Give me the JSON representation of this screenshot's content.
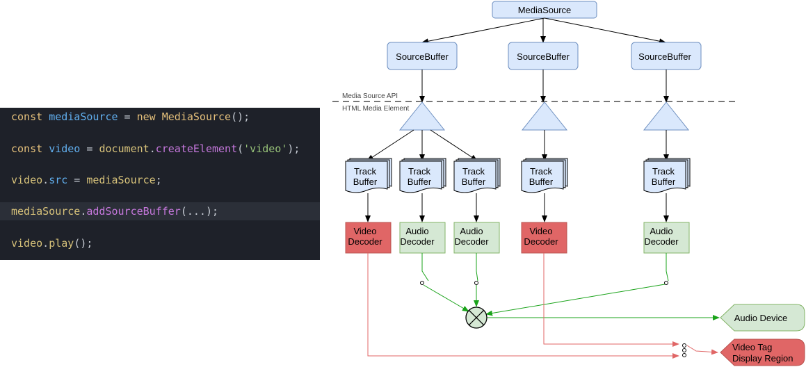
{
  "code": {
    "lines": [
      [
        {
          "t": "const ",
          "c": "kw"
        },
        {
          "t": "mediaSource",
          "c": "var"
        },
        {
          "t": " = ",
          "c": "op"
        },
        {
          "t": "new ",
          "c": "kw"
        },
        {
          "t": "MediaSource",
          "c": "cls"
        },
        {
          "t": "();",
          "c": "op"
        }
      ],
      [
        {
          "t": "const ",
          "c": "kw"
        },
        {
          "t": "video",
          "c": "var"
        },
        {
          "t": " = ",
          "c": "op"
        },
        {
          "t": "document",
          "c": "def"
        },
        {
          "t": ".",
          "c": "op"
        },
        {
          "t": "createElement",
          "c": "meth"
        },
        {
          "t": "(",
          "c": "op"
        },
        {
          "t": "'video'",
          "c": "str"
        },
        {
          "t": ");",
          "c": "op"
        }
      ],
      [
        {
          "t": "video",
          "c": "def"
        },
        {
          "t": ".",
          "c": "op"
        },
        {
          "t": "src",
          "c": "var"
        },
        {
          "t": " = ",
          "c": "op"
        },
        {
          "t": "mediaSource",
          "c": "def"
        },
        {
          "t": ";",
          "c": "op"
        }
      ],
      [
        {
          "t": "mediaSource",
          "c": "def"
        },
        {
          "t": ".",
          "c": "op"
        },
        {
          "t": "addSourceBuffer",
          "c": "meth"
        },
        {
          "t": "(...);",
          "c": "op"
        }
      ],
      [
        {
          "t": "video",
          "c": "def"
        },
        {
          "t": ".",
          "c": "op"
        },
        {
          "t": "play",
          "c": "def"
        },
        {
          "t": "();",
          "c": "op"
        }
      ]
    ],
    "highlighted_line": 3
  },
  "diagram": {
    "media_source": "MediaSource",
    "source_buffers": [
      "SourceBuffer",
      "SourceBuffer",
      "SourceBuffer"
    ],
    "layer_labels": {
      "api": "Media Source API",
      "element": "HTML Media Element"
    },
    "track_buffer_lines": [
      "Track",
      "Buffer"
    ],
    "decoders": [
      {
        "lines": [
          "Video",
          "Decoder"
        ],
        "kind": "video"
      },
      {
        "lines": [
          "Audio",
          "Decoder"
        ],
        "kind": "audio"
      },
      {
        "lines": [
          "Audio",
          "Decoder"
        ],
        "kind": "audio"
      },
      {
        "lines": [
          "Video",
          "Decoder"
        ],
        "kind": "video"
      },
      {
        "lines": [
          "Audio",
          "Decoder"
        ],
        "kind": "audio"
      }
    ],
    "audio_device": "Audio Device",
    "display_region": [
      "Video Tag",
      "Display Region"
    ],
    "colors": {
      "blue_fill": "#dae8fc",
      "blue_stroke": "#6c8ebf",
      "green_fill": "#d5e8d4",
      "green_stroke": "#82b366",
      "red_fill": "#e06666",
      "red_stroke": "#b85450",
      "green_line": "#1aa31a",
      "red_line": "#e06666"
    }
  }
}
